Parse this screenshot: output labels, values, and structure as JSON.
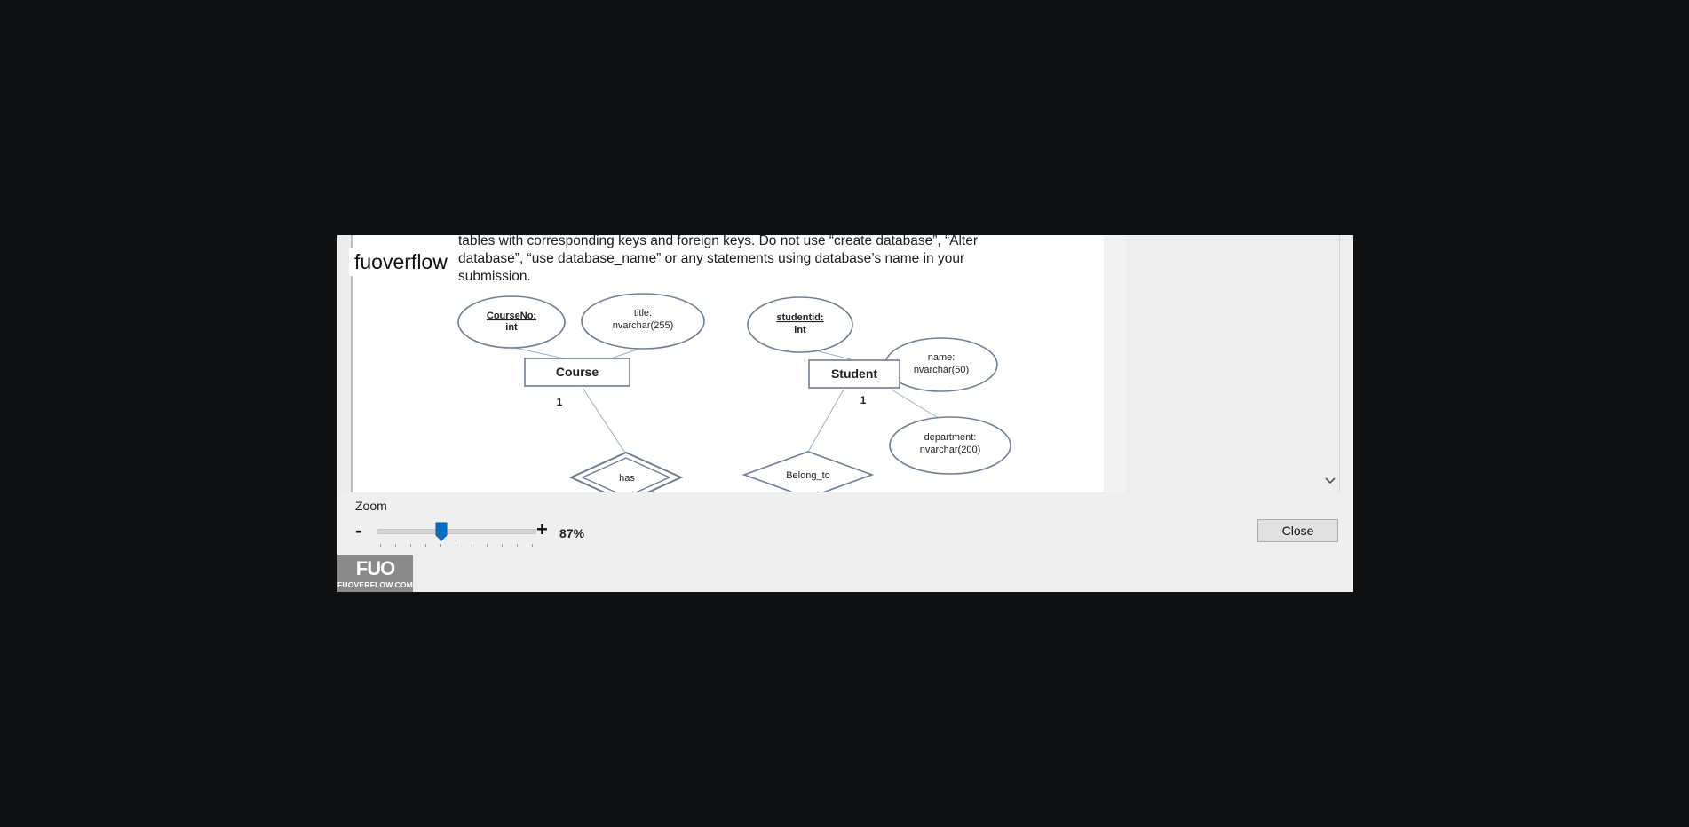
{
  "watermark": {
    "text": "fuoverflow"
  },
  "document": {
    "lines": [
      "tables with corresponding keys and foreign keys. Do not use “create database”, “Alter",
      "database”, “use database_name” or any statements using database’s name in your",
      "submission."
    ]
  },
  "diagram": {
    "entities": [
      {
        "name": "Course"
      },
      {
        "name": "Student"
      }
    ],
    "attributes": [
      {
        "name": "CourseNo:",
        "type": "int",
        "key": true
      },
      {
        "name": "title:",
        "type": "nvarchar(255)",
        "key": false
      },
      {
        "name": "studentid:",
        "type": "int",
        "key": true
      },
      {
        "name": "name:",
        "type": "nvarchar(50)",
        "key": false
      },
      {
        "name": "department:",
        "type": "nvarchar(200)",
        "key": false
      }
    ],
    "relationships": [
      {
        "name": "has",
        "weak": true
      },
      {
        "name": "Belong_to",
        "weak": false
      }
    ],
    "cardinalities": [
      "1",
      "1"
    ]
  },
  "zoom": {
    "label": "Zoom",
    "minus_label": "-",
    "plus_label": "+",
    "value_text": "87%",
    "level_fraction": 0.4
  },
  "actions": {
    "close_label": "Close"
  },
  "logo": {
    "mark": "FUO",
    "subtitle": "FUOVERFLOW.COM"
  },
  "colors": {
    "background": "#0f1011",
    "window": "#efefef",
    "diagram_stroke": "#6f7f95",
    "slider_thumb": "#0a6fc2"
  },
  "icons": {
    "scroll": "chevron-down-icon"
  }
}
